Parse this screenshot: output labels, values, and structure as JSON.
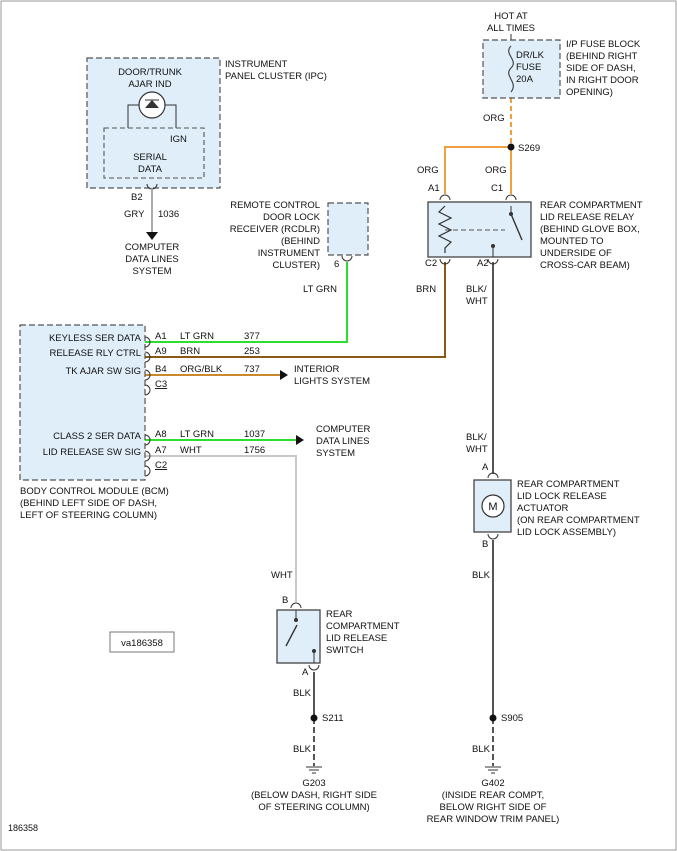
{
  "colors": {
    "org": "#f0a040",
    "ltgrn": "#2ede2e",
    "brn": "#8a5a14",
    "orgblk": "#c98a2e",
    "wht": "#c8c8c8",
    "blk": "#555555",
    "component_fill": "#dfeef8"
  },
  "power": {
    "hot": [
      "HOT AT",
      "ALL TIMES"
    ]
  },
  "fuse": {
    "inner": [
      "DR/LK",
      "FUSE",
      "20A"
    ],
    "desc": [
      "I/P FUSE BLOCK",
      "(BEHIND RIGHT",
      "SIDE OF DASH,",
      "IN RIGHT DOOR",
      "OPENING)"
    ]
  },
  "ipc": {
    "inner": [
      "DOOR/TRUNK",
      "AJAR IND"
    ],
    "ign": "IGN",
    "serial": [
      "SERIAL",
      "DATA"
    ],
    "desc": [
      "INSTRUMENT",
      "PANEL CLUSTER (IPC)"
    ],
    "pin": "B2",
    "wire_color": "GRY",
    "circuit": "1036",
    "dest": [
      "COMPUTER",
      "DATA LINES",
      "SYSTEM"
    ]
  },
  "rcdlr": {
    "desc": [
      "REMOTE CONTROL",
      "DOOR LOCK",
      "RECEIVER (RCDLR)",
      "(BEHIND",
      "INSTRUMENT",
      "CLUSTER)"
    ],
    "pin": "6",
    "wire_color": "LT GRN"
  },
  "relay": {
    "desc": [
      "REAR COMPARTMENT",
      "LID RELEASE RELAY",
      "(BEHIND GLOVE BOX,",
      "MOUNTED TO",
      "UNDERSIDE OF",
      "CROSS-CAR BEAM)"
    ],
    "pins": {
      "a1": "A1",
      "c1": "C1",
      "c2": "C2",
      "a2": "A2"
    },
    "wire_a1": "ORG",
    "wire_c1": "ORG",
    "wire_c2": "BRN",
    "wire_a2": [
      "BLK/",
      "WHT"
    ]
  },
  "splices": {
    "s269": "S269",
    "s211": "S211",
    "s905": "S905"
  },
  "wires": {
    "fuse_out": "ORG"
  },
  "bcm": {
    "rows": [
      {
        "label": "KEYLESS SER DATA",
        "pin": "A1",
        "color": "LT GRN",
        "circuit": "377"
      },
      {
        "label": "RELEASE RLY CTRL",
        "pin": "A9",
        "color": "BRN",
        "circuit": "253"
      },
      {
        "label": "TK AJAR SW SIG",
        "pin": "B4",
        "color": "ORG/BLK",
        "circuit": "737"
      },
      {
        "label": "",
        "pin": "C3",
        "color": "",
        "circuit": ""
      },
      {
        "label": "CLASS 2 SER DATA",
        "pin": "A8",
        "color": "LT GRN",
        "circuit": "1037"
      },
      {
        "label": "LID RELEASE SW SIG",
        "pin": "A7",
        "color": "WHT",
        "circuit": "1756"
      },
      {
        "label": "",
        "pin": "C2",
        "color": "",
        "circuit": ""
      }
    ],
    "desc": [
      "BODY CONTROL MODULE (BCM)",
      "(BEHIND LEFT SIDE OF DASH,",
      "LEFT OF STEERING COLUMN)"
    ],
    "interior_dest": [
      "INTERIOR",
      "LIGHTS SYSTEM"
    ],
    "data_dest": [
      "COMPUTER",
      "DATA LINES",
      "SYSTEM"
    ]
  },
  "actuator": {
    "desc": [
      "REAR COMPARTMENT",
      "LID LOCK RELEASE",
      "ACTUATOR",
      "(ON REAR COMPARTMENT",
      "LID LOCK ASSEMBLY)"
    ],
    "motor": "M",
    "pin_a": "A",
    "pin_b": "B",
    "wire_in": [
      "BLK/",
      "WHT"
    ],
    "wire_out": "BLK",
    "wire_ground": "BLK"
  },
  "switch": {
    "desc": [
      "REAR",
      "COMPARTMENT",
      "LID RELEASE",
      "SWITCH"
    ],
    "pin_b": "B",
    "pin_a": "A",
    "wire_in": "WHT",
    "wire_out": "BLK",
    "wire_ground": "BLK"
  },
  "grounds": {
    "g203": {
      "name": "G203",
      "desc": [
        "(BELOW DASH, RIGHT SIDE",
        "OF STEERING COLUMN)"
      ]
    },
    "g402": {
      "name": "G402",
      "desc": [
        "(INSIDE REAR COMPT,",
        "BELOW RIGHT SIDE OF",
        "REAR WINDOW TRIM PANEL)"
      ]
    }
  },
  "figure": {
    "id_box": "va186358",
    "corner_id": "186358"
  }
}
